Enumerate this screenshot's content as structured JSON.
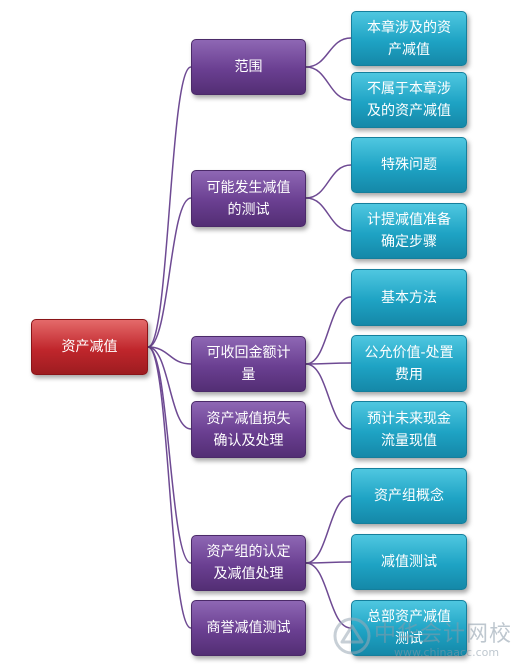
{
  "diagram": {
    "root": {
      "label": "资产减值"
    },
    "branches": [
      {
        "label": "范围",
        "children": [
          "本章涉及的资\n产减值",
          "不属于本章涉\n及的资产减值"
        ]
      },
      {
        "label": "可能发生减值\n的测试",
        "children": [
          "特殊问题",
          "计提减值准备\n确定步骤"
        ]
      },
      {
        "label": "可收回金额计\n量",
        "children": [
          "基本方法",
          "公允价值-处置\n费用",
          "预计未来现金\n流量现值"
        ]
      },
      {
        "label": "资产减值损失\n确认及处理",
        "children": []
      },
      {
        "label": "资产组的认定\n及减值处理",
        "children": [
          "资产组概念",
          "减值测试",
          "总部资产减值\n测试"
        ]
      },
      {
        "label": "商誉减值测试",
        "children": []
      }
    ]
  },
  "colors": {
    "root": "#c0262c",
    "branch": "#6a3f91",
    "leaf": "#1ea3c4",
    "connector": "#6e4a93"
  },
  "watermark": {
    "text": "中华会计网校",
    "url": "www.chinaacc.com",
    "icon": "chinaacc-logo-icon"
  }
}
